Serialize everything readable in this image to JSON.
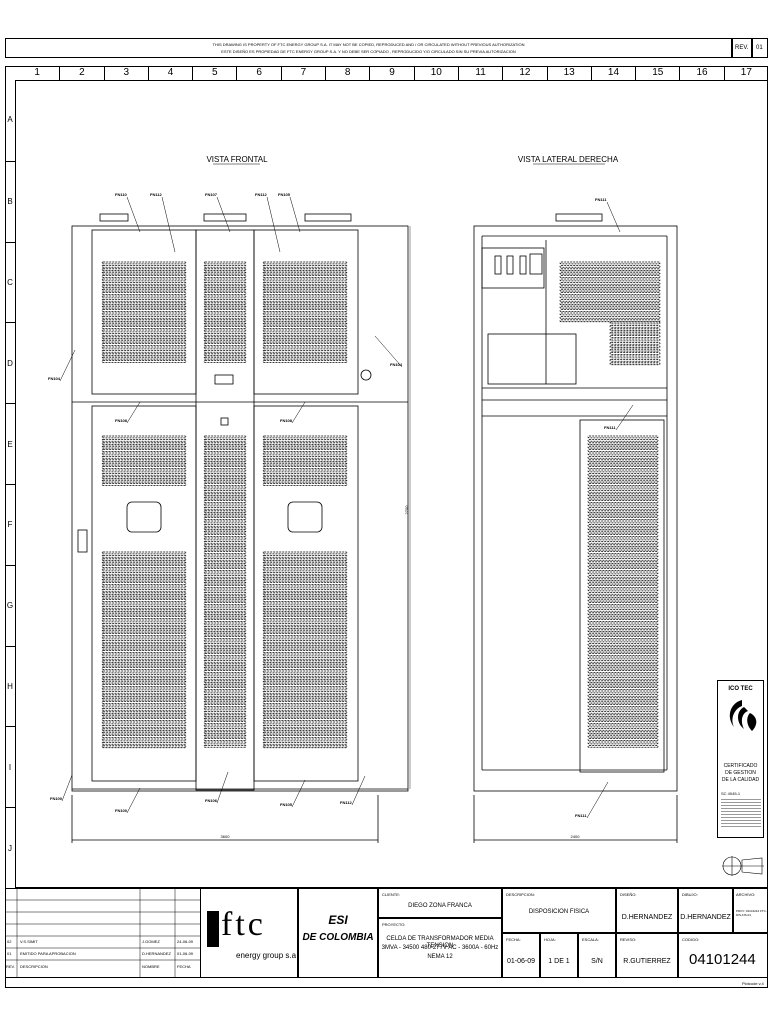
{
  "header": {
    "notice_en": "THIS DRAWING IS PROPERTY OF FTC ENERGY GROUP S.A. IT MAY NOT BE COPIED, REPRODUCED AND / OR CIRCULATED WITHOUT PREVIOUS AUTHORIZATION",
    "notice_es": "ESTE DISEÑO ES PROPIEDAD DE FTC ENERGY GROUP S.A. Y NO DEBE SER COPIADO , REPRODUCIDO Y/O CIRCULADO SIN SU PREVIA AUTORIZACION",
    "rev_label": "REV.",
    "rev_value": "01"
  },
  "grid": {
    "columns": [
      "1",
      "2",
      "3",
      "4",
      "5",
      "6",
      "7",
      "8",
      "9",
      "10",
      "11",
      "12",
      "13",
      "14",
      "15",
      "16",
      "17"
    ],
    "rows": [
      "A",
      "B",
      "C",
      "D",
      "E",
      "F",
      "G",
      "H",
      "I",
      "J"
    ]
  },
  "views": {
    "front_title": "VISTA FRONTAL",
    "side_title": "VISTA LATERAL DERECHA",
    "front_width_dim": "3600",
    "side_width_dim": "2400",
    "height_dim": "2700"
  },
  "callouts": {
    "front": [
      "FN110",
      "FN112",
      "FN107",
      "FN112",
      "FN105",
      "FN104",
      "FN104",
      "FN108",
      "FN108",
      "FN100",
      "FN100",
      "FN106",
      "FN105",
      "FN112"
    ],
    "side": [
      "FN111",
      "FN111",
      "FN111"
    ]
  },
  "title_block": {
    "revisions": [
      {
        "no": "02",
        "desc": "V.S.SIMIT",
        "by": "J.GOMEZ",
        "date": "24-06-09"
      },
      {
        "no": "01",
        "desc": "EMITIDO PARA APROBACION",
        "by": "D.HERNANDEZ",
        "date": "01-06-09"
      },
      {
        "no": "REV.",
        "desc": "DESCRIPCION",
        "by": "NOMBRE",
        "date": "FECHA"
      }
    ],
    "company_name": "ftc",
    "company_sub": "energy group s.a",
    "client_company_line1": "ESI",
    "client_company_line2": "DE COLOMBIA",
    "cliente_label": "CLIENTE:",
    "cliente_value": "DIEGO ZONA FRANCA",
    "proyecto_label": "PROYECTO:",
    "proyecto_lines": [
      "CELDA DE TRANSFORMADOR MEDIA TENSION",
      "3MVA - 34500 480-277V AC - 3600A - 60Hz",
      "NEMA 12"
    ],
    "descripcion_label": "DESCRIPCION:",
    "descripcion_value": "DISPOSICION FISICA",
    "diseno_label": "DISEÑO:",
    "diseno_value": "D.HERNANDEZ",
    "dibujo_label": "DIBUJO:",
    "dibujo_value": "D.HERNANDEZ",
    "fecha_label": "FECHA:",
    "fecha_value": "01-06-09",
    "hoja_label": "HOJA:",
    "hoja_value": "1 DE 1",
    "escala_label": "ESCALA:",
    "escala_value": "S/N",
    "reviso_label": "REVISO:",
    "reviso_value": "R.GUTIERREZ",
    "codigo_label": "CODIGO:",
    "codigo_value": "04101244",
    "archivo_label": "ARCHIVO:",
    "archivo_value": "PROY. 04101244 FTC-DIS-FIS-01",
    "footer_mark": "Plotcode v.4"
  },
  "certification": {
    "org": "ICO TEC",
    "line1": "CERTIFICADO",
    "line2": "DE GESTION",
    "line3": "DE LA CALIDAD",
    "cert_no": "SC 4045-1",
    "colors": {
      "logo": "#000000"
    }
  }
}
